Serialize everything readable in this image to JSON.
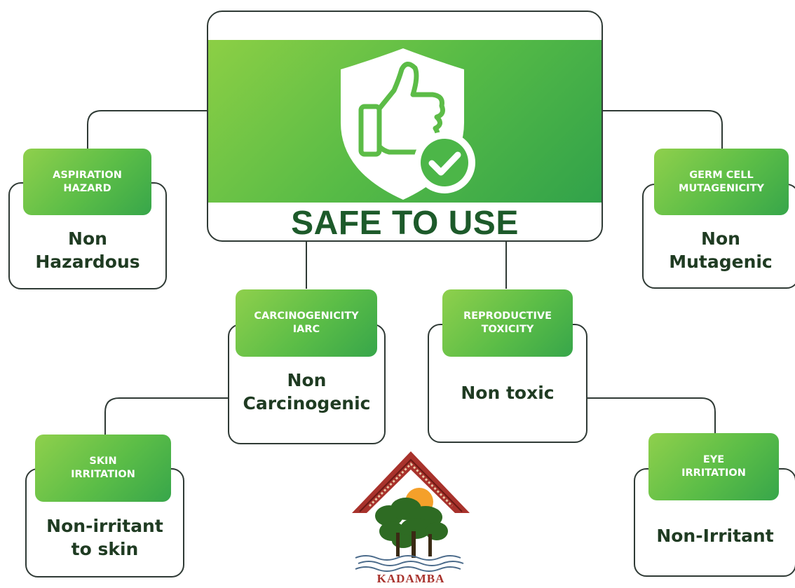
{
  "main": {
    "title": "SAFE TO USE"
  },
  "properties": {
    "aspiration": {
      "label": "ASPIRATION\nHAZARD",
      "value": "Non\nHazardous"
    },
    "germ_cell": {
      "label": "GERM CELL\nMUTAGENICITY",
      "value": "Non\nMutagenic"
    },
    "carcinogenicity": {
      "label": "CARCINOGENICITY\nIARC",
      "value": "Non\nCarcinogenic"
    },
    "reproductive": {
      "label": "REPRODUCTIVE\nTOXICITY",
      "value": "Non toxic"
    },
    "skin": {
      "label": "SKIN\nIRRITATION",
      "value": "Non-irritant\nto skin"
    },
    "eye": {
      "label": "EYE\nIRRITATION",
      "value": "Non-Irritant"
    }
  },
  "logo": {
    "text": "KADAMBA"
  },
  "colors": {
    "green_dark": "#1d5a2a",
    "green_light": "#8ccf45",
    "green_mid": "#4cb648",
    "line": "#2f3a35"
  }
}
